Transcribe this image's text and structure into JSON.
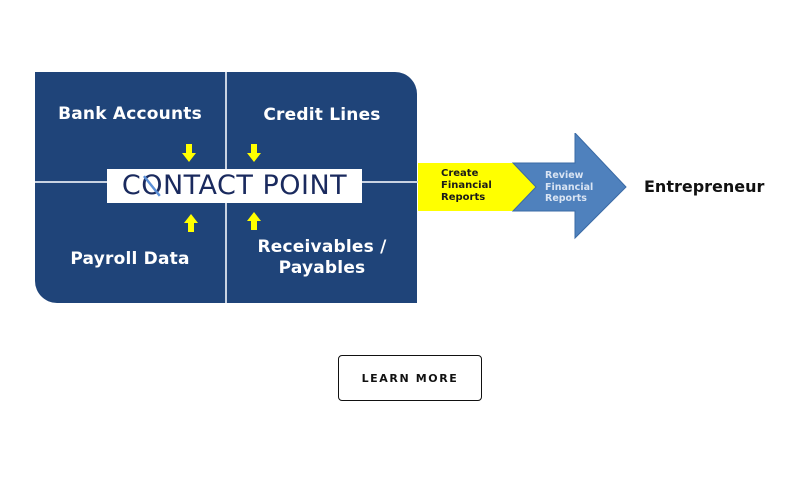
{
  "diagram": {
    "quadrants": {
      "top_left": "Bank Accounts",
      "top_right": "Credit Lines",
      "bottom_left": "Payroll Data",
      "bottom_right_line1": "Receivables /",
      "bottom_right_line2": "Payables"
    },
    "center_logo": {
      "before_icon": "C",
      "icon_letter": "O",
      "after_icon": "NTACT POINT",
      "full_text": "CONTACT POINT"
    },
    "flow": {
      "step1": [
        "Create",
        "Financial",
        "Reports"
      ],
      "step2": [
        "Review",
        "Financial",
        "Reports"
      ],
      "destination": "Entrepreneur"
    },
    "colors": {
      "panel": "#1f4479",
      "arrow_yellow": "#ffff00",
      "arrow_blue": "#4f81bd",
      "logo_navy": "#1a2a5e"
    }
  },
  "cta": {
    "label": "LEARN MORE"
  }
}
